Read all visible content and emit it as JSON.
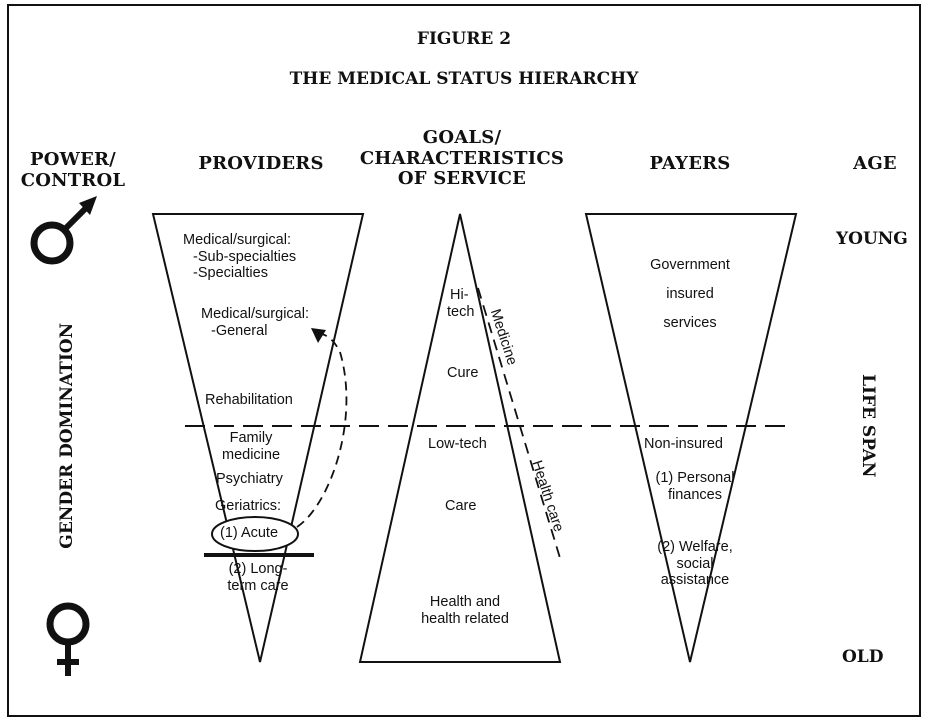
{
  "figure_label": "FIGURE 2",
  "title": "THE MEDICAL STATUS HIERARCHY",
  "columns": {
    "power": [
      "POWER/",
      "CONTROL"
    ],
    "providers": "PROVIDERS",
    "goals": [
      "GOALS/",
      "CHARACTERISTICS",
      "OF SERVICE"
    ],
    "payers": "PAYERS",
    "age": "AGE"
  },
  "symbols": {
    "male": "male-symbol-icon",
    "female": "female-symbol-icon"
  },
  "side_labels": {
    "gender": "GENDER DOMINATION",
    "life_span": "LIFE SPAN"
  },
  "age": {
    "young": "YOUNG",
    "old": "OLD"
  },
  "providers": {
    "specialist_1": "Medical/surgical:",
    "specialist_2": "-Sub-specialties",
    "specialist_3": "-Specialties",
    "general_1": "Medical/surgical:",
    "general_2": "-General",
    "rehab": "Rehabilitation",
    "family_1": "Family",
    "family_2": "medicine",
    "psychiatry": "Psychiatry",
    "geriatrics": "Geriatrics:",
    "acute": "(1) Acute",
    "longterm_1": "(2) Long-",
    "longterm_2": "term care"
  },
  "goals": {
    "hitech_1": "Hi-",
    "hitech_2": "tech",
    "cure": "Cure",
    "lowtech": "Low-tech",
    "care": "Care",
    "health_1": "Health and",
    "health_2": "health related",
    "medicine": "Medicine",
    "health_care": "Health care"
  },
  "payers": {
    "gov_1": "Government",
    "gov_2": "insured",
    "gov_3": "services",
    "noninsured": "Non-insured",
    "personal_1": "(1) Personal",
    "personal_2": "finances",
    "welfare_1": "(2) Welfare,",
    "welfare_2": "social",
    "welfare_3": "assistance"
  }
}
